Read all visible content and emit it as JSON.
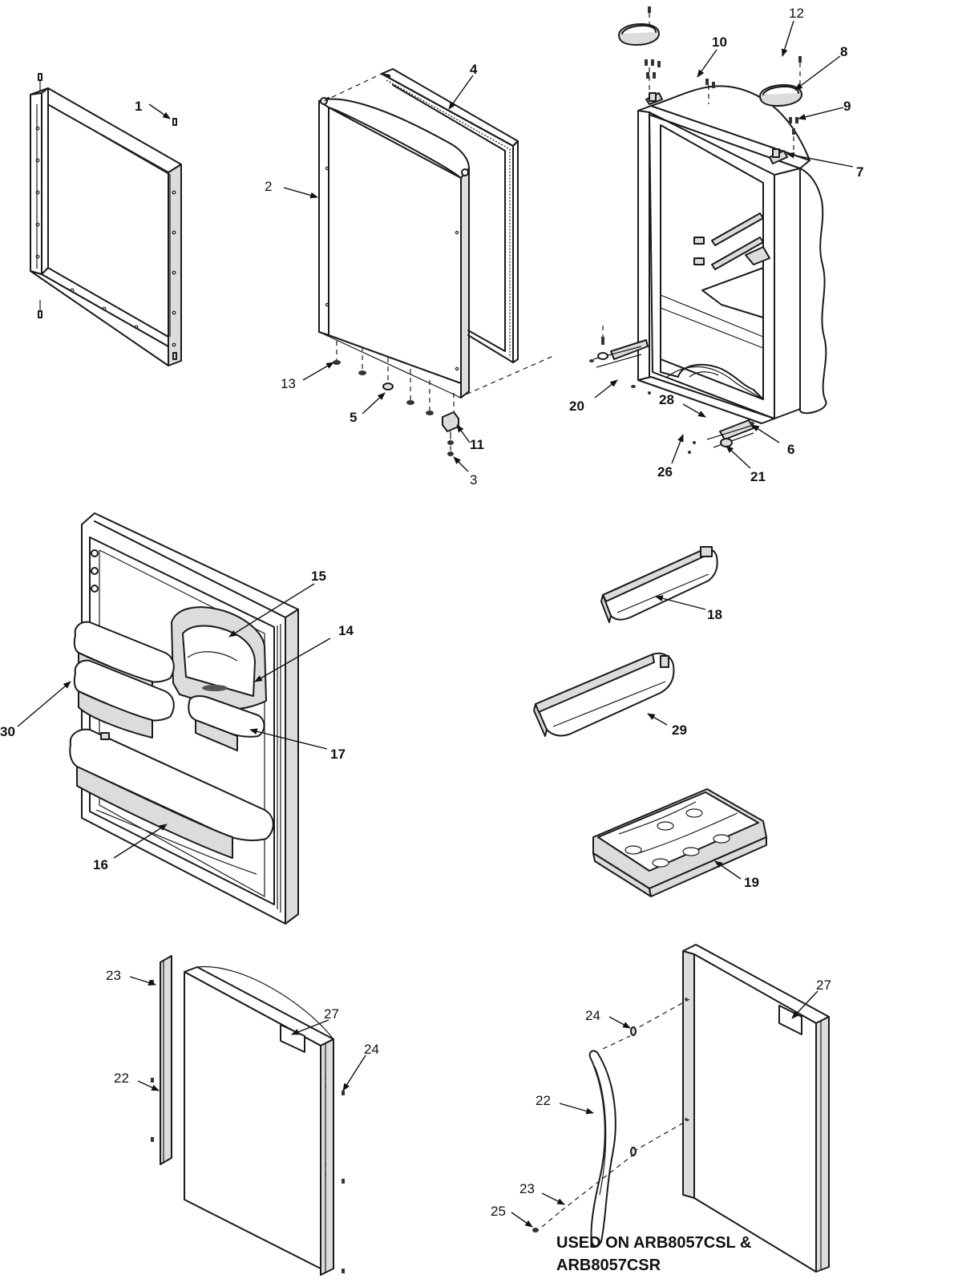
{
  "labels": {
    "p1": "1",
    "p2": "2",
    "p3": "3",
    "p4": "4",
    "p5": "5",
    "p6": "6",
    "p7": "7",
    "p8": "8",
    "p9": "9",
    "p10": "10",
    "p11": "11",
    "p12": "12",
    "p13": "13",
    "p14": "14",
    "p15": "15",
    "p16": "16",
    "p17": "17",
    "p18": "18",
    "p19": "19",
    "p20": "20",
    "p21": "21",
    "p22": "22",
    "p23": "23",
    "p24": "24",
    "p25": "25",
    "p26": "26",
    "p27": "27",
    "p28": "28",
    "p29": "29",
    "p30": "30"
  },
  "note": {
    "line1": "USED ON ARB8057CSL &",
    "line2": "ARB8057CSR"
  }
}
